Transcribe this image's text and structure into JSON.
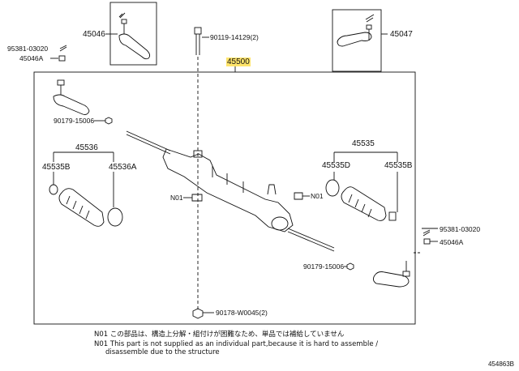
{
  "labels": {
    "p95381_top": "95381-03020",
    "p45046A_top": "45046A",
    "p45046": "45046",
    "p90119": "90119-14129(2)",
    "p45047": "45047",
    "p45500": "45500",
    "p90179_left": "90179-15006",
    "p45536": "45536",
    "p45535B_left": "45535B",
    "p45536A": "45536A",
    "p45535": "45535",
    "p45535D": "45535D",
    "p45535B_right": "45535B",
    "n01_left": "N01",
    "n01_right": "N01",
    "p95381_right": "95381-03020",
    "p45046A_right": "45046A",
    "p90179_right": "90179-15006",
    "p90178": "90178-W0045(2)"
  },
  "notes": [
    {
      "mark": "N01",
      "text": "この部品は、構造上分解・組付けが困難なため、単品では補給していません"
    },
    {
      "mark": "N01",
      "text": "This part is not supplied as an individual part,because it is hard to assemble /"
    },
    {
      "mark": "",
      "text": "disassemble due to the structure"
    }
  ],
  "diagram_id": "454863B",
  "colors": {
    "highlight": "#ffe46b",
    "ink": "#111111"
  }
}
